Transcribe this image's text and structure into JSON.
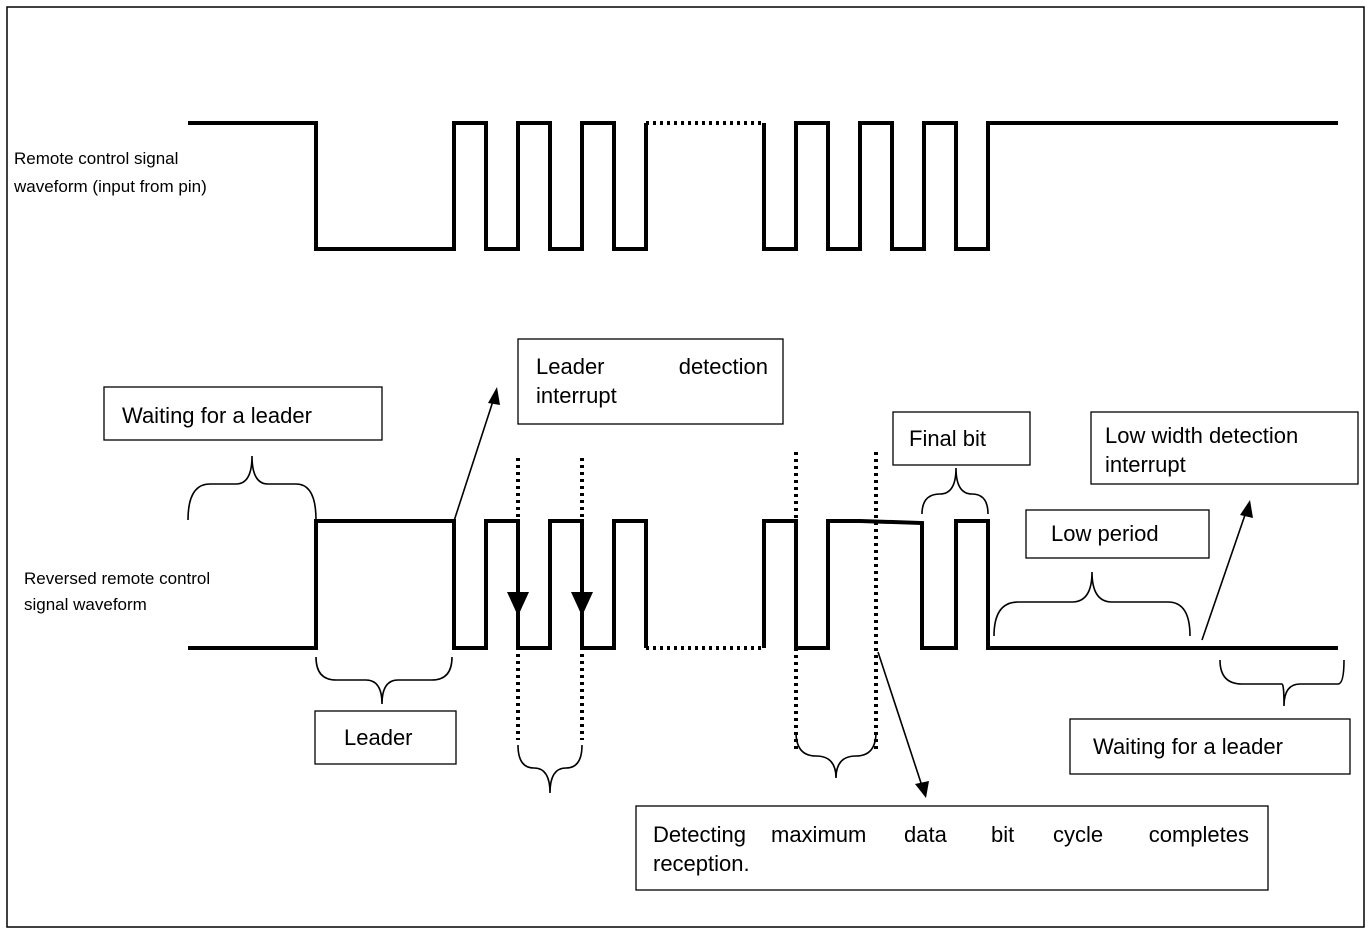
{
  "signals": {
    "input_label_line1": "Remote control signal",
    "input_label_line2": "waveform (input from pin)",
    "reversed_label_line1": "Reversed remote control",
    "reversed_label_line2": "signal waveform"
  },
  "callouts": {
    "waiting_leader_left": "Waiting for a leader",
    "leader_detection_word1": "Leader",
    "leader_detection_word2": "detection",
    "leader_detection_line2": "interrupt",
    "final_bit": "Final bit",
    "low_width_line1": "Low width detection",
    "low_width_line2": "interrupt",
    "low_period": "Low period",
    "leader": "Leader",
    "waiting_leader_right": "Waiting for a leader",
    "max_cycle_line1_words": [
      "Detecting",
      "maximum",
      "data",
      "bit",
      "cycle",
      "completes"
    ],
    "max_cycle_line2": "reception."
  }
}
